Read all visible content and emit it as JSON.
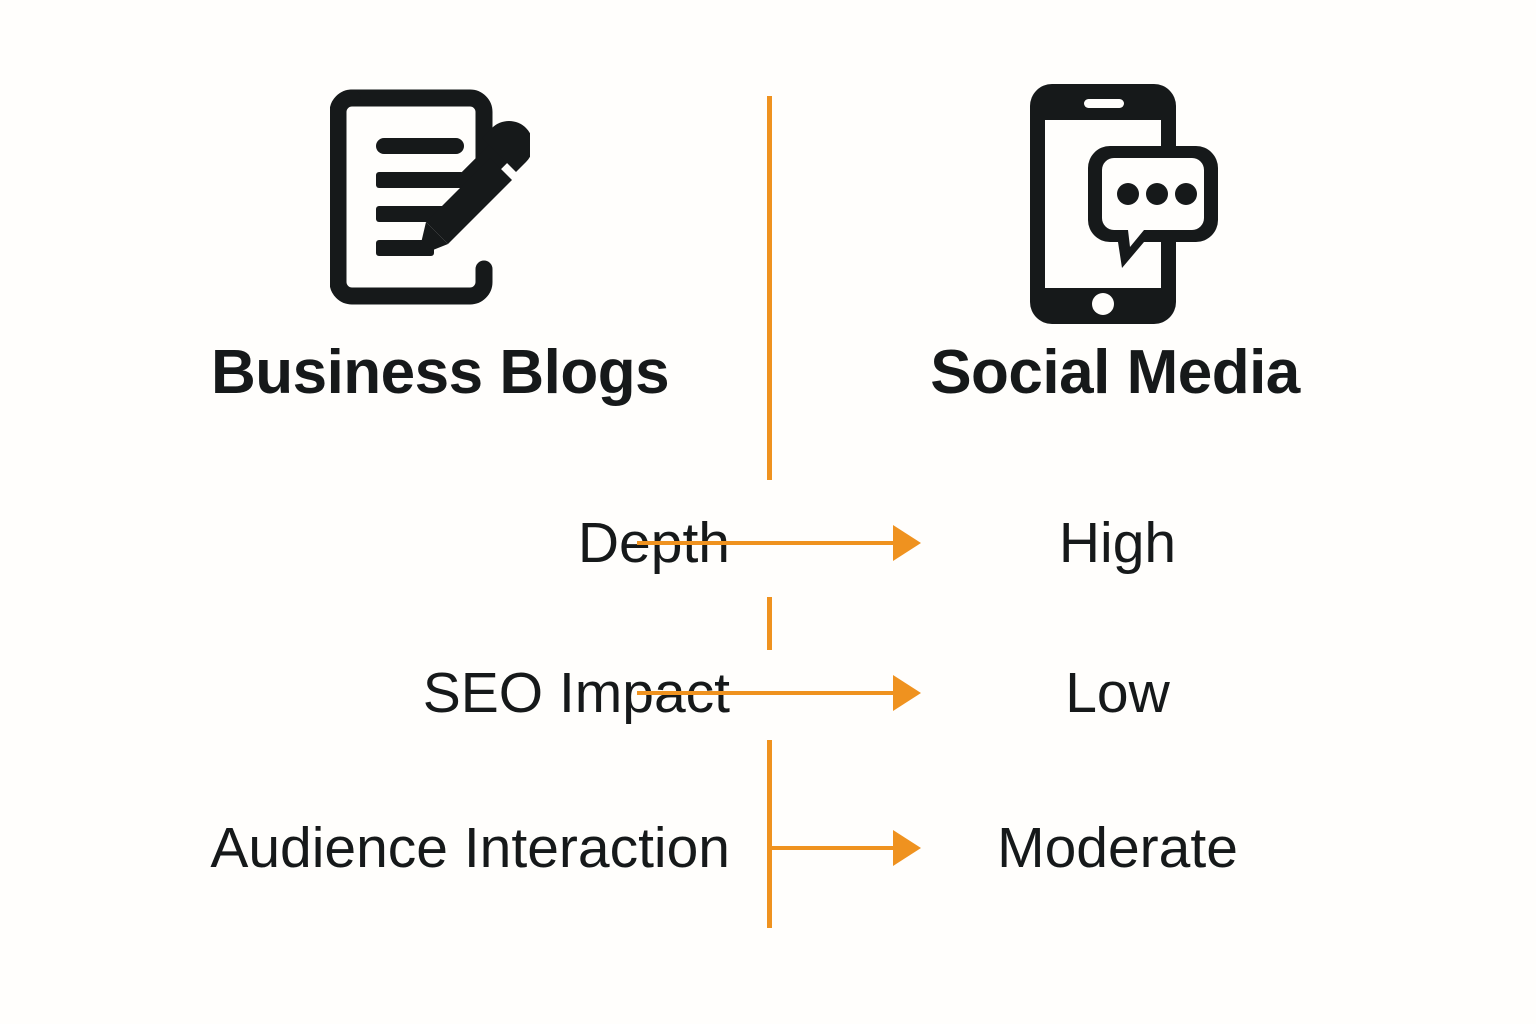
{
  "background_color": "#fffefc",
  "accent_color": "#ef921f",
  "text_color": "#16191a",
  "columns": {
    "left": {
      "heading": "Business Blogs",
      "icon": "document-pencil-icon"
    },
    "right": {
      "heading": "Social Media",
      "icon": "smartphone-chat-icon"
    }
  },
  "comparison": {
    "rows": [
      {
        "label": "Depth",
        "value": "High",
        "arrow": "arrow-right-icon"
      },
      {
        "label": "SEO Impact",
        "value": "Low",
        "arrow": "arrow-right-icon"
      },
      {
        "label": "Audience Interaction",
        "value": "Moderate",
        "arrow": "arrow-right-icon"
      }
    ]
  },
  "divider": {
    "segments": [
      "top",
      "middle",
      "bottom"
    ],
    "color": "#ef921f"
  }
}
